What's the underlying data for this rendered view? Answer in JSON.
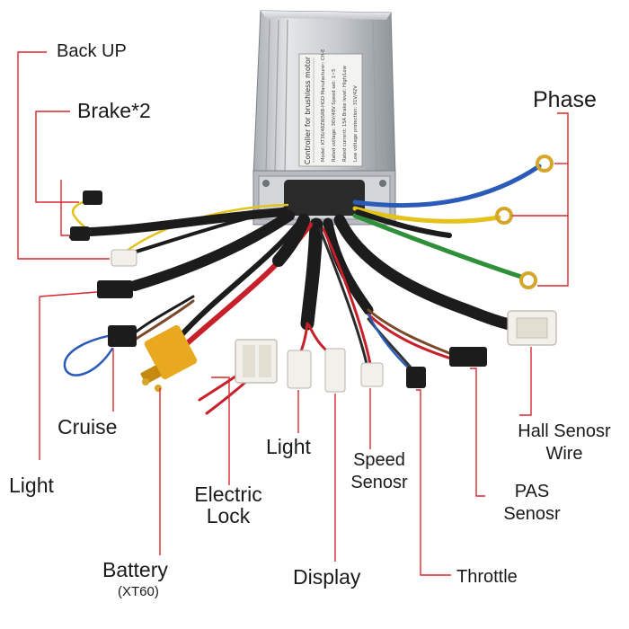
{
  "controller": {
    "plate_title": "Controller for brushless motor",
    "plate_lines": [
      "Model: KT36/48ZWSRB-HGD   Manufacturer: CH-E",
      "Rated voltage: 36V/48V    Speed set: 1~5",
      "Rated current: 15A        Brake level: High/Low",
      "Low voltage protection: 31V/42V"
    ]
  },
  "labels": {
    "back_up": "Back UP",
    "brake": "Brake*2",
    "phase": "Phase",
    "cruise": "Cruise",
    "light_left": "Light",
    "light_mid": "Light",
    "electric_lock_1": "Electric",
    "electric_lock_2": "Lock",
    "battery": "Battery",
    "battery_sub": "(XT60)",
    "display": "Display",
    "speed_sensor_1": "Speed",
    "speed_sensor_2": "Senosr",
    "throttle": "Throttle",
    "pas_1": "PAS",
    "pas_2": "Senosr",
    "hall_1": "Hall Senosr",
    "hall_2": "Wire"
  },
  "colors": {
    "leader_line": "#d9272e",
    "cable_black": "#1c1c1c",
    "phase_yellow": "#e3c21a",
    "phase_green": "#2f8f3a",
    "phase_blue": "#2a5bb8",
    "red_wire": "#c8202a",
    "xt60_yellow": "#e8a820",
    "connector_white": "#f2f0ea",
    "case_silver": "#c9cdd1"
  }
}
